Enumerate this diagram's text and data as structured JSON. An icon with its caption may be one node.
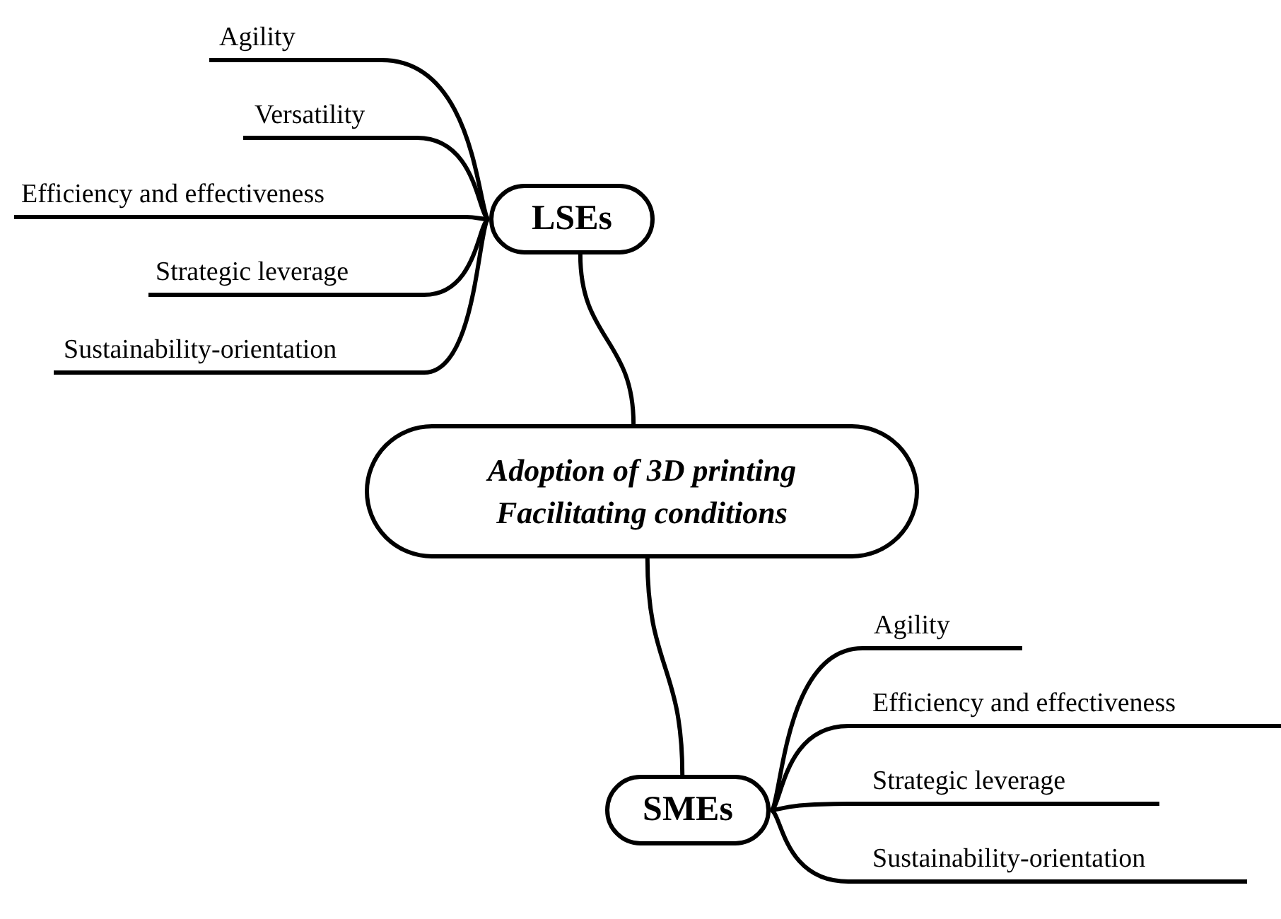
{
  "diagram": {
    "nodes": [
      {
        "text": [
          "Adoption of 3D printing",
          "Facilitating conditions"
        ]
      },
      {
        "text": [
          "LSEs"
        ]
      },
      {
        "text": [
          "Agility"
        ]
      },
      {
        "text": [
          "Versatility"
        ]
      },
      {
        "text": [
          "Efficiency and effectiveness"
        ]
      },
      {
        "text": [
          "Strategic leverage"
        ]
      },
      {
        "text": [
          "Sustainability-orientation"
        ]
      },
      {
        "text": [
          "SMEs"
        ]
      },
      {
        "text": [
          "Agility"
        ]
      },
      {
        "text": [
          "Efficiency and effectiveness"
        ]
      },
      {
        "text": [
          "Strategic leverage"
        ]
      },
      {
        "text": [
          "Sustainability-orientation"
        ]
      }
    ],
    "edges": [
      {
        "from": 0,
        "to": 1,
        "arrow": "none"
      },
      {
        "from": 1,
        "to": 2,
        "arrow": "none"
      },
      {
        "from": 1,
        "to": 3,
        "arrow": "none"
      },
      {
        "from": 1,
        "to": 4,
        "arrow": "none"
      },
      {
        "from": 1,
        "to": 5,
        "arrow": "none"
      },
      {
        "from": 1,
        "to": 6,
        "arrow": "none"
      },
      {
        "from": 0,
        "to": 7,
        "arrow": "none"
      },
      {
        "from": 7,
        "to": 8,
        "arrow": "none"
      },
      {
        "from": 7,
        "to": 9,
        "arrow": "none"
      },
      {
        "from": 7,
        "to": 10,
        "arrow": "none"
      },
      {
        "from": 7,
        "to": 11,
        "arrow": "none"
      }
    ]
  }
}
